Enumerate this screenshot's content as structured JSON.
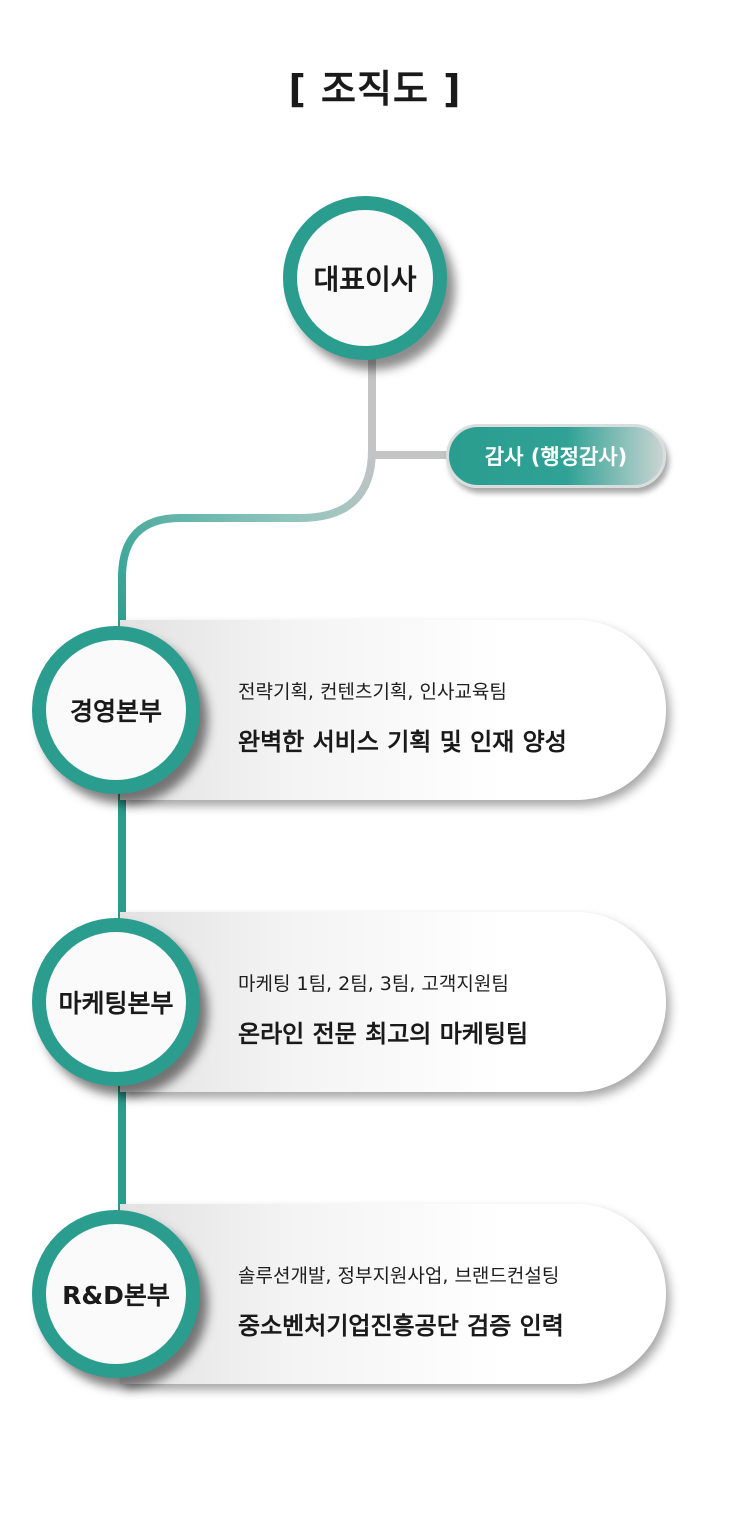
{
  "title": "[ 조직도 ]",
  "ceo": {
    "label": "대표이사"
  },
  "audit": {
    "label": "감사 (행정감사)"
  },
  "departments": [
    {
      "name": "경영본부",
      "teams": "전략기획, 컨텐츠기획, 인사교육팀",
      "description": "완벽한 서비스 기획 및 인재 양성"
    },
    {
      "name": "마케팅본부",
      "teams": "마케팅 1팀, 2팀, 3팀, 고객지원팀",
      "description": "온라인 전문 최고의 마케팅팀"
    },
    {
      "name": "R&D본부",
      "teams": "솔루션개발, 정부지원사업, 브랜드컨설팅",
      "description": "중소벤처기업진흥공단 검증 인력"
    }
  ],
  "colors": {
    "accent": "#2a9d8f",
    "connector_gray": "#c4c4c4"
  }
}
